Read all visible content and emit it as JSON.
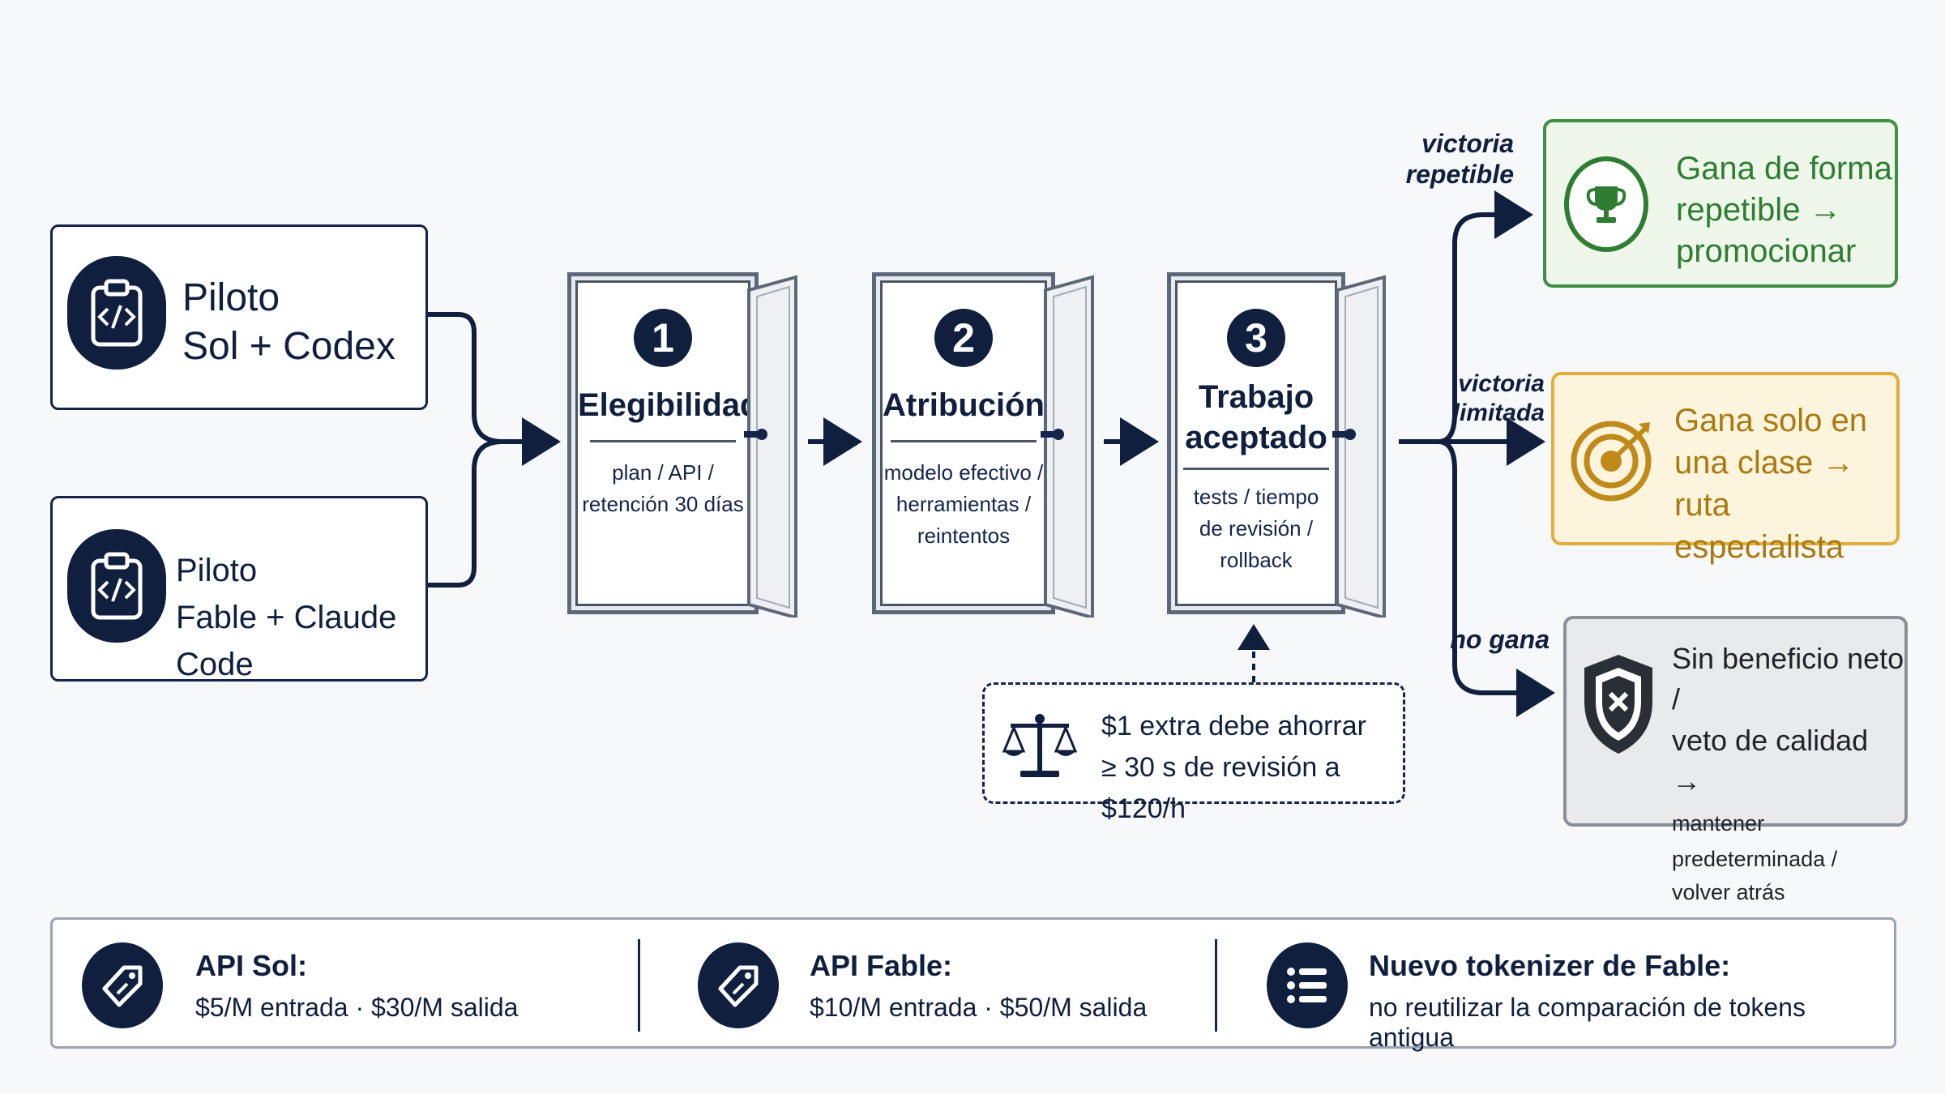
{
  "pilots": [
    {
      "line1": "Piloto",
      "line2": "Sol + Codex",
      "icon": "clipboard-code-icon"
    },
    {
      "line1": "Piloto",
      "line2": "Fable + Claude Code",
      "icon": "clipboard-code-icon"
    }
  ],
  "steps": [
    {
      "number": "1",
      "title_lines": [
        "Elegibilidad"
      ],
      "desc_lines": [
        "plan / API /",
        "retención 30 días"
      ]
    },
    {
      "number": "2",
      "title_lines": [
        "Atribución"
      ],
      "desc_lines": [
        "modelo efectivo /",
        "herramientas /",
        "reintentos"
      ]
    },
    {
      "number": "3",
      "title_lines": [
        "Trabajo",
        "aceptado"
      ],
      "desc_lines": [
        "tests / tiempo",
        "de revisión /",
        "rollback"
      ]
    }
  ],
  "note": {
    "line1": "$1 extra debe ahorrar",
    "line2": "≥ 30 s de revisión a $120/h",
    "icon": "balance-scale-icon"
  },
  "branches": [
    {
      "label_lines": [
        "victoria",
        "repetible"
      ]
    },
    {
      "label_lines": [
        "victoria",
        "limitada"
      ]
    },
    {
      "label_lines": [
        "no gana"
      ]
    }
  ],
  "outcomes": [
    {
      "lines": [
        "Gana de forma",
        "repetible →",
        "promocionar"
      ],
      "icon": "trophy-icon",
      "color": "#2e7d32"
    },
    {
      "lines": [
        "Gana solo en",
        "una clase →",
        "ruta especialista"
      ],
      "icon": "target-icon",
      "color": "#b8860b"
    },
    {
      "lines": [
        "Sin beneficio neto /",
        "veto de calidad →"
      ],
      "small_lines": [
        "mantener predeterminada /",
        "volver atrás"
      ],
      "icon": "shield-x-icon",
      "color": "#2a2f36"
    }
  ],
  "footer": [
    {
      "title": "API Sol:",
      "sub": "$5/M entrada ·  $30/M salida",
      "icon": "price-tag-icon"
    },
    {
      "title": "API Fable:",
      "sub": "$10/M entrada ·  $50/M salida",
      "icon": "price-tag-icon"
    },
    {
      "title": "Nuevo tokenizer de Fable:",
      "sub": "no reutilizar la comparación de tokens antigua",
      "icon": "list-icon"
    }
  ]
}
